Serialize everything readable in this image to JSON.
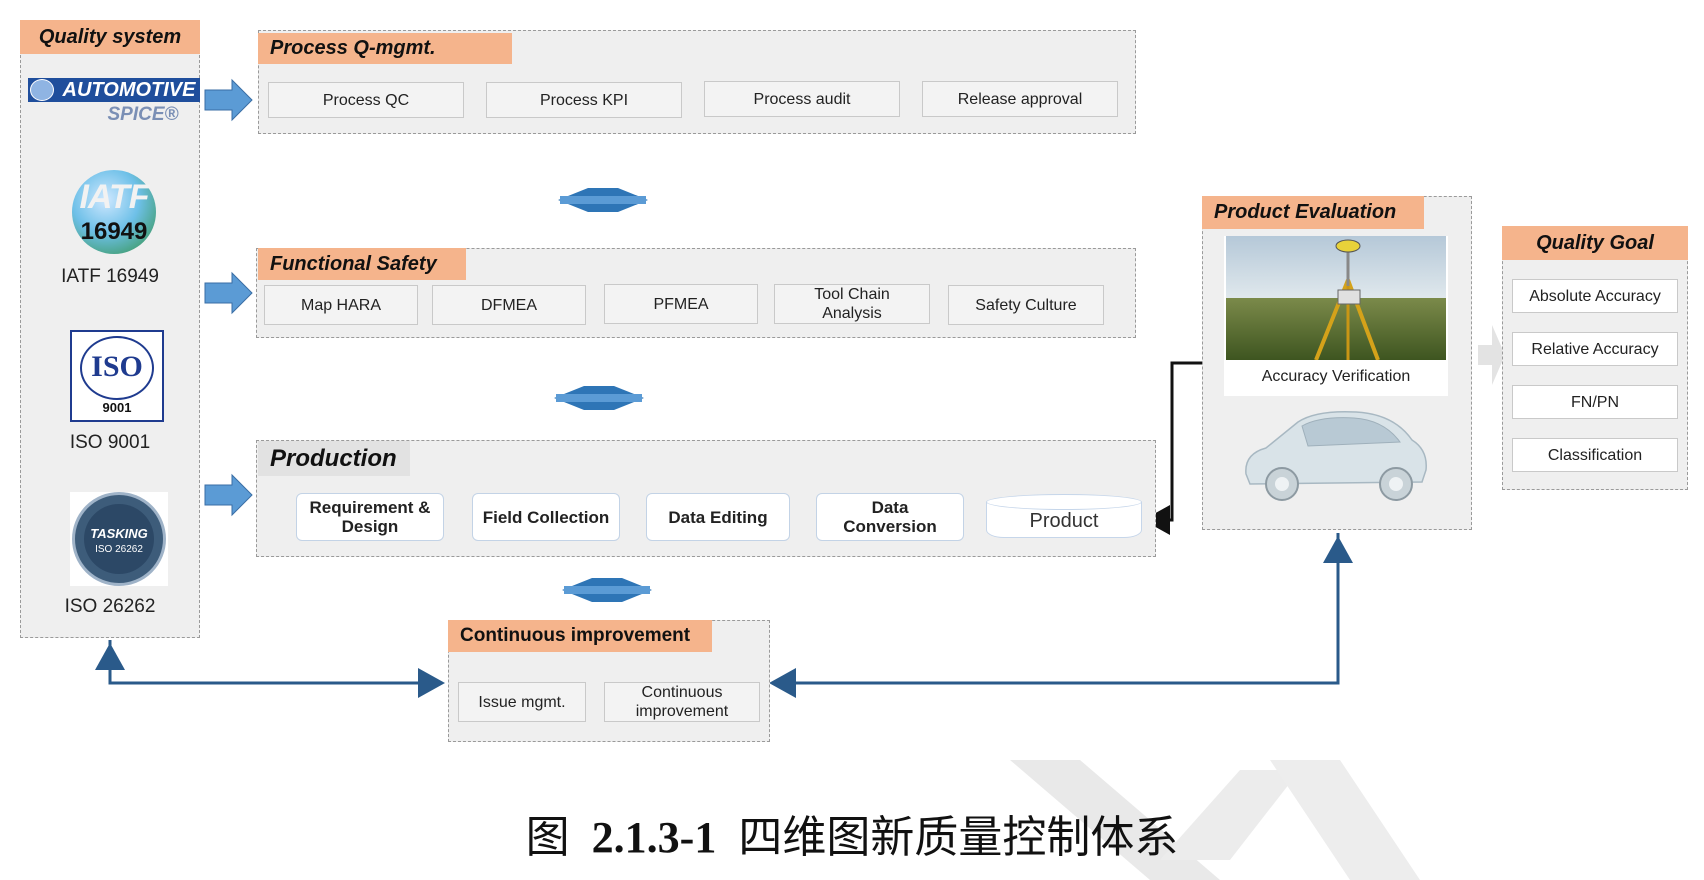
{
  "quality_system": {
    "title": "Quality system",
    "items": [
      {
        "logo_text": "AUTOMOTIVE",
        "logo_sub": "SPICE®",
        "label": ""
      },
      {
        "logo_text": "IATF",
        "logo_sub": "16949",
        "label": "IATF  16949"
      },
      {
        "logo_text": "ISO",
        "logo_sub": "9001",
        "label": "ISO 9001"
      },
      {
        "logo_text": "TASKING",
        "logo_sub": "ISO 26262",
        "label": "ISO 26262"
      }
    ]
  },
  "process_qmgmt": {
    "title": "Process Q-mgmt.",
    "items": [
      "Process QC",
      "Process KPI",
      "Process audit",
      "Release approval"
    ]
  },
  "functional_safety": {
    "title": "Functional Safety",
    "items": [
      "Map HARA",
      "DFMEA",
      "PFMEA",
      "Tool Chain\nAnalysis",
      "Safety Culture"
    ]
  },
  "production": {
    "title": "Production",
    "steps": [
      "Requirement &\nDesign",
      "Field Collection",
      "Data Editing",
      "Data\nConversion"
    ],
    "product": "Product"
  },
  "continuous_improvement": {
    "title": "Continuous improvement",
    "items": [
      "Issue mgmt.",
      "Continuous\nimprovement"
    ]
  },
  "product_evaluation": {
    "title": "Product Evaluation",
    "photo_caption": "Accuracy Verification"
  },
  "quality_goal": {
    "title": "Quality Goal",
    "items": [
      "Absolute Accuracy",
      "Relative Accuracy",
      "FN/PN",
      "Classification"
    ]
  },
  "caption": {
    "figure_label": "图",
    "number": "2.1.3-1",
    "text": "四维图新质量控制体系"
  },
  "colors": {
    "header_orange": "#f5b48c",
    "arrow_blue": "#2e75b6",
    "block_arrow_blue": "#5b9bd5",
    "connector_navy": "#2a5a8a"
  }
}
